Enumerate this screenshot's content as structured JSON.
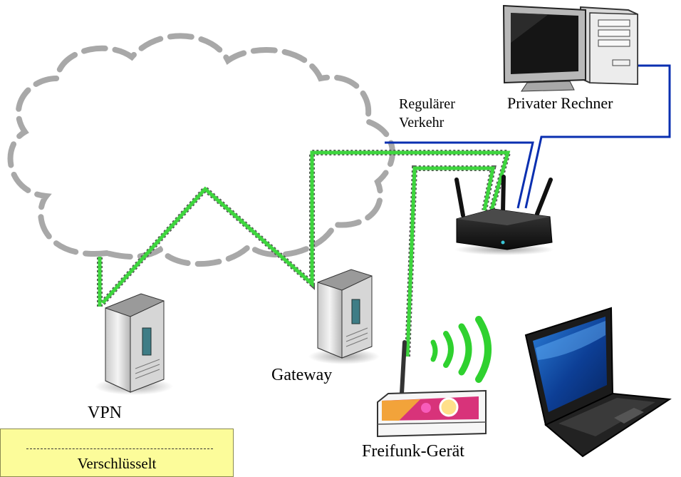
{
  "labels": {
    "private_computer": "Privater Rechner",
    "regular_traffic_line1": "Regulärer",
    "regular_traffic_line2": "Verkehr",
    "gateway": "Gateway",
    "vpn": "VPN",
    "freifunk_device": "Freifunk-Gerät"
  },
  "legend": {
    "encrypted": "Verschlüsselt"
  },
  "colors": {
    "encrypted_link": "#3ed63e",
    "regular_link": "#0a2fb0",
    "cloud": "#a8a8a8",
    "wifi": "#2fd12f",
    "legend_bg": "#fcfc9a"
  },
  "icons": [
    "internet-cloud-icon",
    "desktop-computer-icon",
    "home-router-icon",
    "server-tower-icon",
    "freifunk-router-icon",
    "wifi-signal-icon",
    "laptop-icon"
  ]
}
